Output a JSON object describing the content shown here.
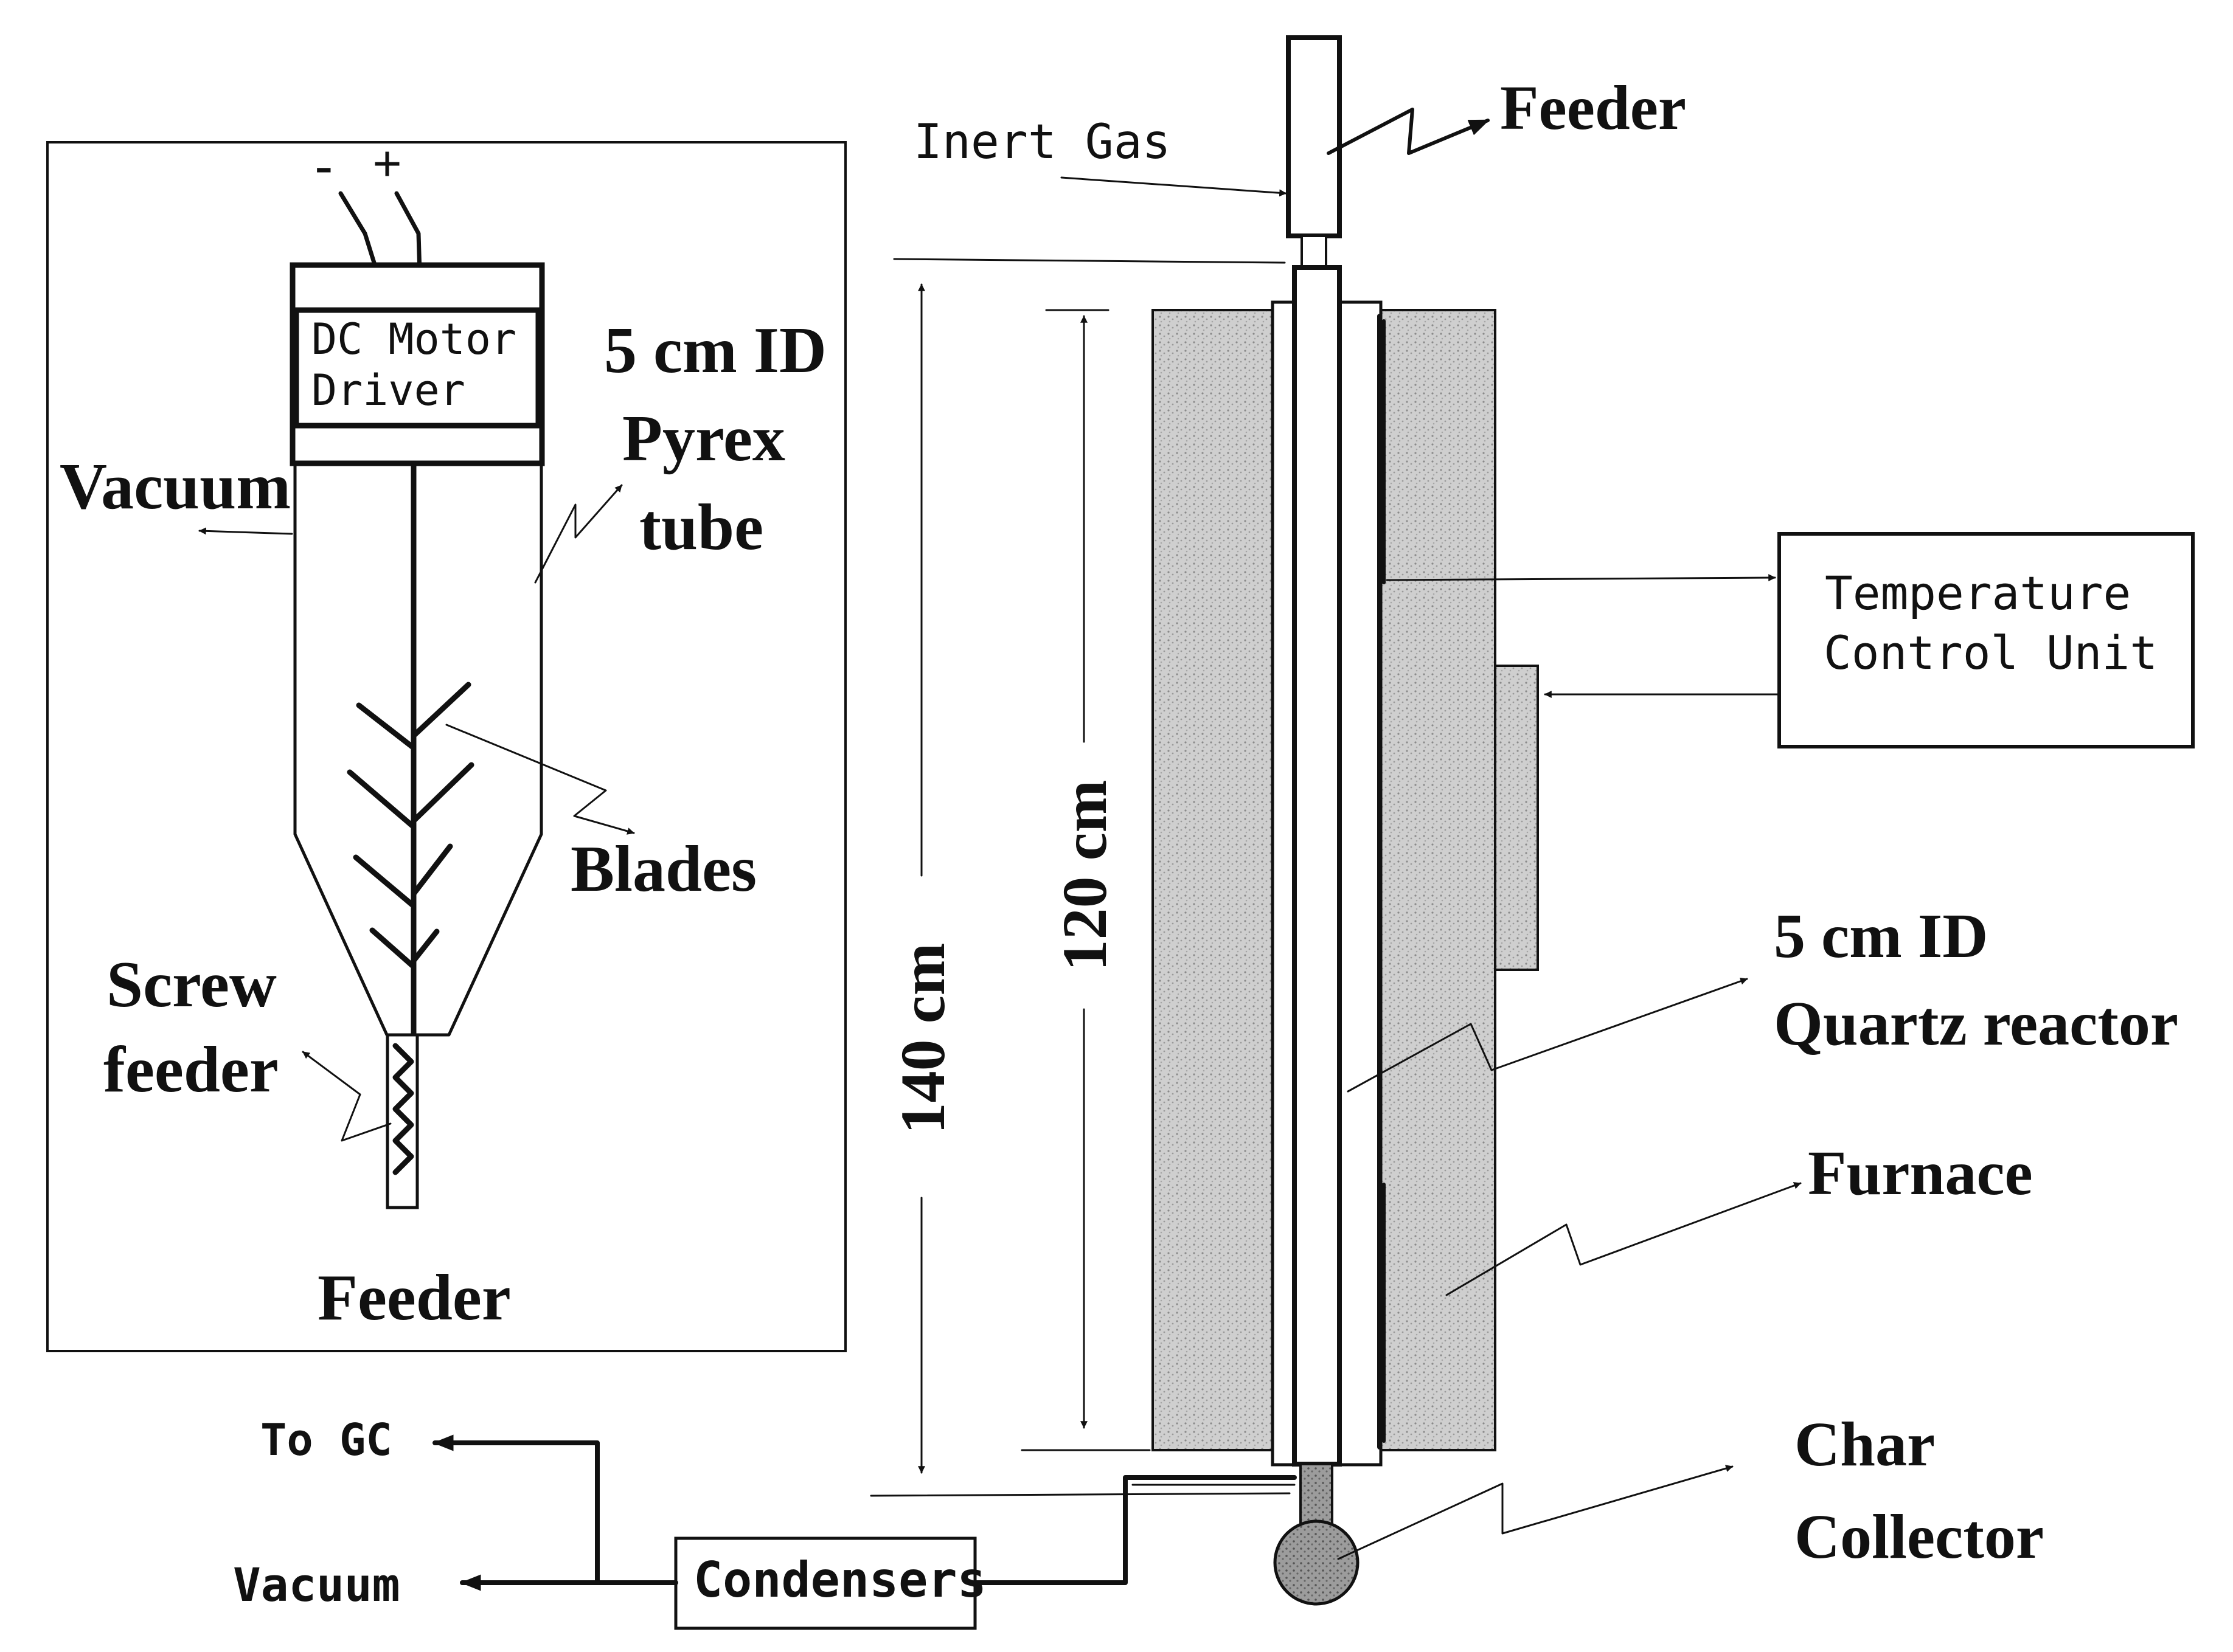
{
  "feeder_box": {
    "terminals": {
      "minus": "-",
      "plus": "+"
    },
    "motor_label_line1": "DC Motor",
    "motor_label_line2": "Driver",
    "vacuum_label": "Vacuum",
    "tube_label_line1": "5 cm ID",
    "tube_label_line2": "Pyrex",
    "tube_label_line3": "tube",
    "blades_label": "Blades",
    "screw_label_line1": "Screw",
    "screw_label_line2": "feeder",
    "caption": "Feeder"
  },
  "reactor": {
    "inert_gas_label": "Inert Gas",
    "feeder_label": "Feeder",
    "dim_outer": "140 cm",
    "dim_inner": "120 cm",
    "temp_unit_line1": "Temperature",
    "temp_unit_line2": "Control Unit",
    "quartz_label_line1": "5 cm ID",
    "quartz_label_line2": "Quartz reactor",
    "furnace_label": "Furnace",
    "char_label_line1": "Char",
    "char_label_line2": "Collector"
  },
  "outlet": {
    "to_gc_label": "To GC",
    "vacuum_label": "Vacuum",
    "condensers_label": "Condensers"
  }
}
